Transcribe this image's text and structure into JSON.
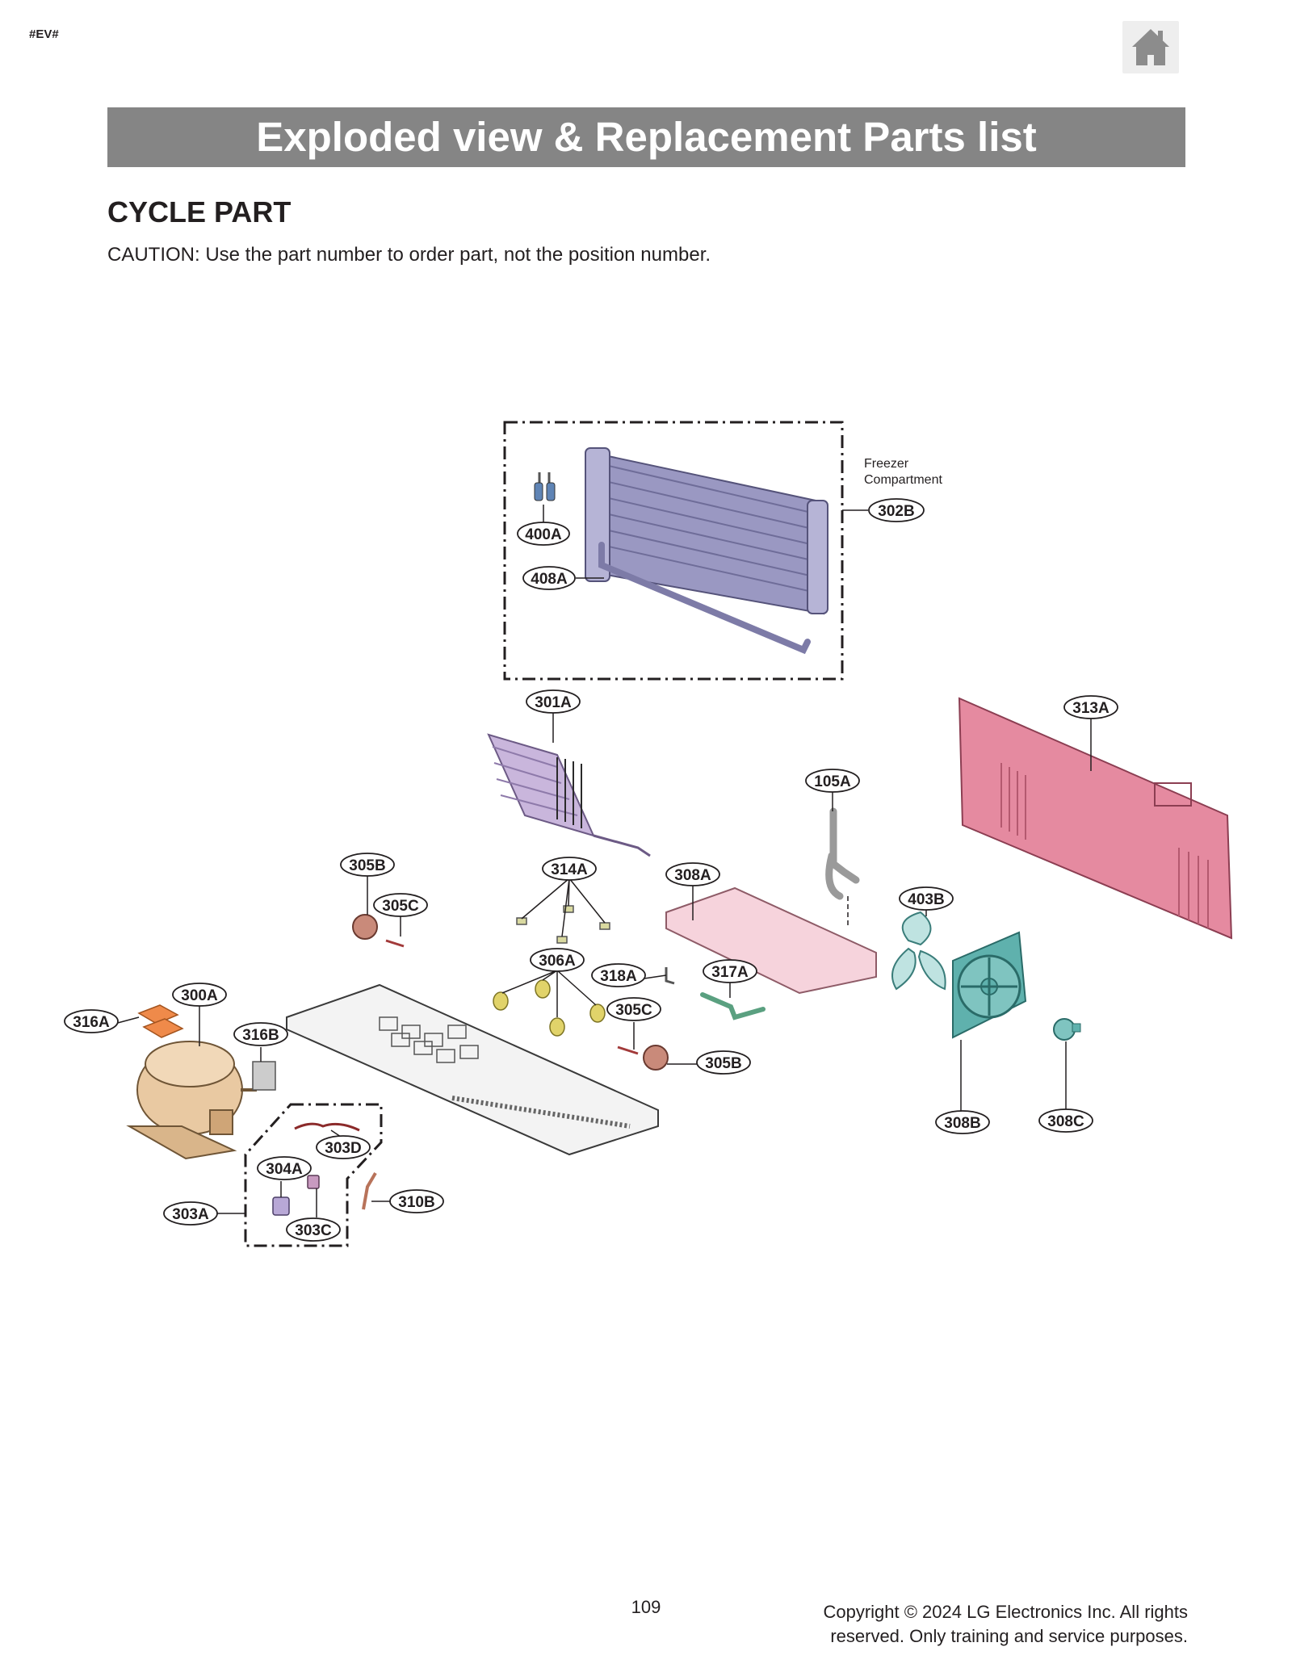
{
  "header": {
    "tag": "#EV#",
    "home_icon": "home-icon"
  },
  "banner": {
    "title": "Exploded view & Replacement Parts list"
  },
  "section": {
    "title": "CYCLE PART",
    "caution": "CAUTION: Use the part number to order part, not the position number."
  },
  "diagram": {
    "freezer_label_line1": "Freezer",
    "freezer_label_line2": "Compartment",
    "callouts": {
      "c400A": "400A",
      "c408A": "408A",
      "c302B": "302B",
      "c301A": "301A",
      "c313A": "313A",
      "c105A": "105A",
      "c305B_1": "305B",
      "c305C_1": "305C",
      "c314A": "314A",
      "c308A": "308A",
      "c403B": "403B",
      "c306A": "306A",
      "c318A": "318A",
      "c317A": "317A",
      "c305C_2": "305C",
      "c305B_2": "305B",
      "c300A": "300A",
      "c316A": "316A",
      "c316B": "316B",
      "c303D": "303D",
      "c304A": "304A",
      "c303A": "303A",
      "c303C": "303C",
      "c310B": "310B",
      "c308B": "308B",
      "c308C": "308C"
    },
    "colors": {
      "evaporator": "#9a98c2",
      "condenser": "#c9b6dc",
      "cover": "#e58aa0",
      "drain_pan": "#f6d3dc",
      "fan_housing": "#5fb1ad",
      "compressor": "#e9c9a2",
      "grommet": "#e1d36a",
      "pad": "#ef8a4a"
    }
  },
  "footer": {
    "page_number": "109",
    "copyright_line1": "Copyright © 2024 LG Electronics Inc. All rights",
    "copyright_line2": "reserved. Only training and service purposes."
  }
}
